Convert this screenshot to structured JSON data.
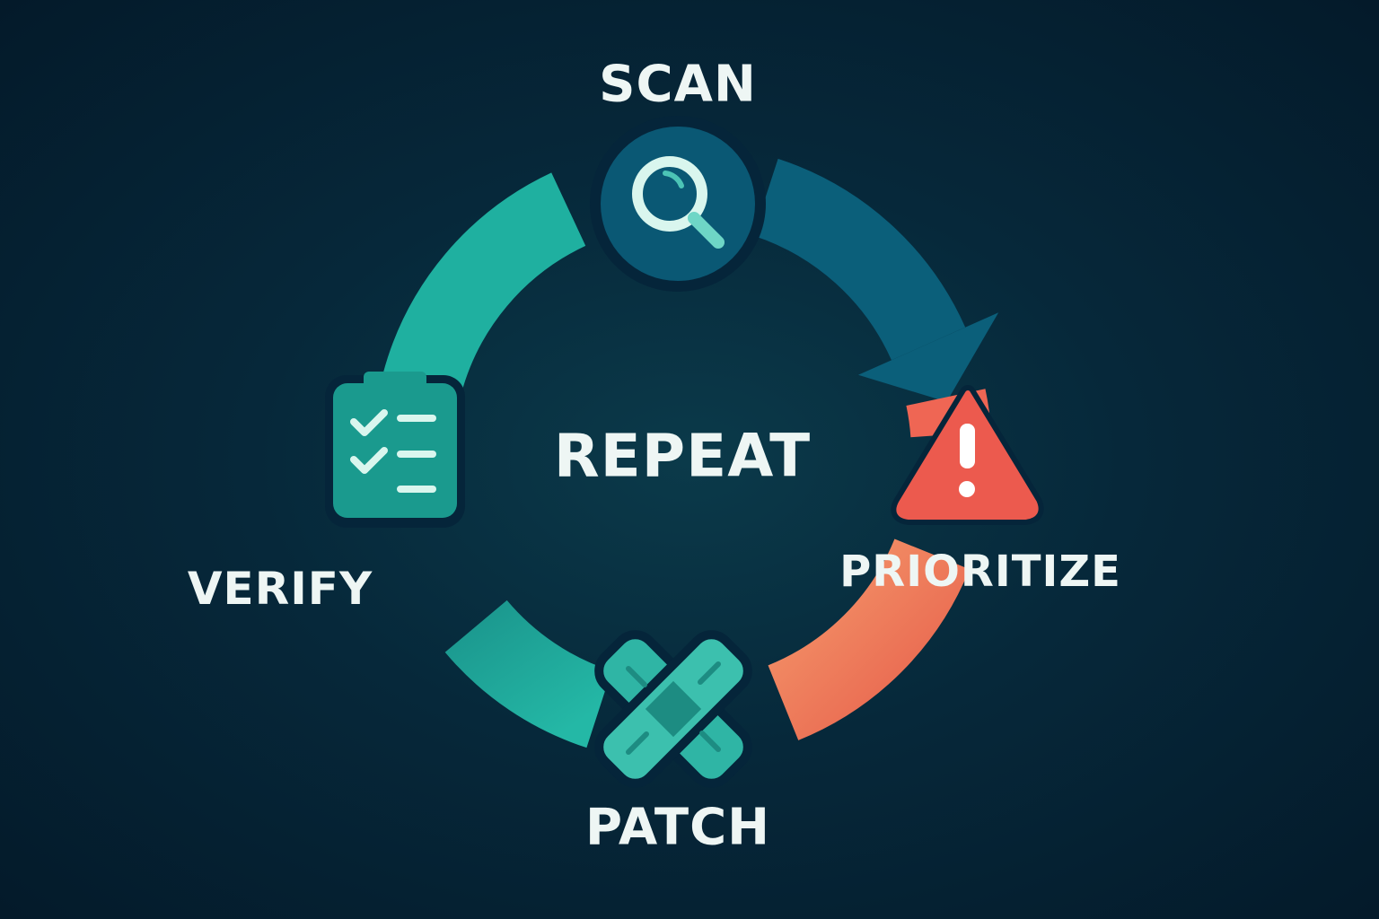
{
  "diagram": {
    "center_label": "REPEAT",
    "steps": [
      {
        "label": "SCAN",
        "icon": "magnifier-icon",
        "color": "#0a5a78"
      },
      {
        "label": "PRIORITIZE",
        "icon": "warning-triangle-icon",
        "color": "#ec5a4e"
      },
      {
        "label": "PATCH",
        "icon": "bandage-icon",
        "color": "#2fb5a5"
      },
      {
        "label": "VERIFY",
        "icon": "checklist-icon",
        "color": "#1a9a8e"
      }
    ],
    "colors": {
      "background": "#06283a",
      "scan_arc": "#0b5f7a",
      "prioritize_arc": "#ef6654",
      "patch_arc": "#f0825e",
      "verify_arc": "#1fb0a0",
      "text": "#eef6f4"
    }
  }
}
